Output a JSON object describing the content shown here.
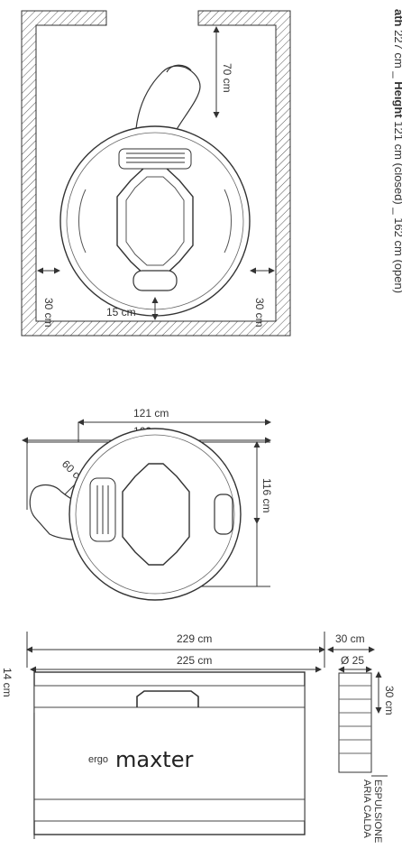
{
  "room": {
    "top_clearance": "70 cm",
    "left_clearance": "30 cm",
    "right_clearance": "30 cm",
    "bottom_clearance": "15 cm"
  },
  "top_view": {
    "overall_width": "162 cm",
    "body_width": "121 cm",
    "hood_depth": "60 cm",
    "body_depth": "116 cm"
  },
  "side_view": {
    "overall_length": "229 cm",
    "inner_length": "225 cm",
    "duct_clearance": "30 cm",
    "duct_diameter": "Ø 25",
    "duct_height": "30 cm",
    "base_height": "14 cm",
    "brand_logo": "maxter",
    "brand_prefix": "ergo",
    "exhaust_line1": "ESPULSIONE",
    "exhaust_line2": "ARIA CALDA"
  },
  "side_text": {
    "bold_1": "ath",
    "normal_1": " 227 cm _ ",
    "bold_2": "Height",
    "normal_2": " 121 cm (closed) _ 162 cm (open)"
  }
}
